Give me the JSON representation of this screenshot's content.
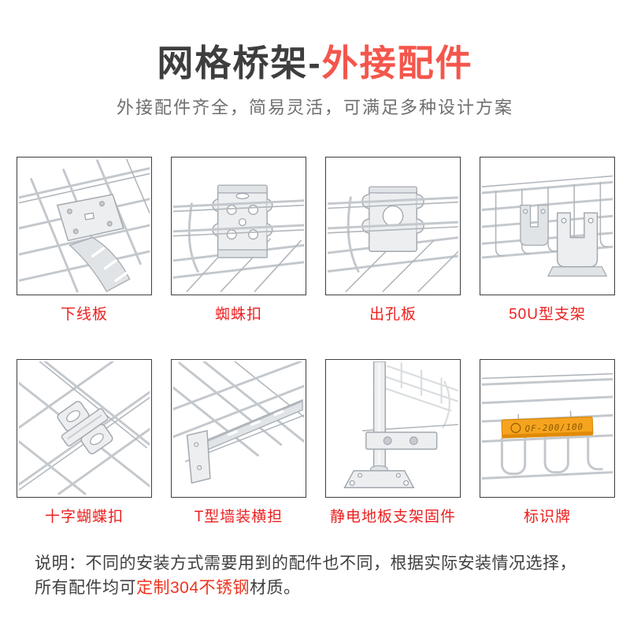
{
  "header": {
    "title_dark": "网格桥架-",
    "title_red": "外接配件",
    "subtitle": "外接配件齐全，简易灵活，可满足多种设计方案"
  },
  "products": [
    {
      "label": "下线板"
    },
    {
      "label": "蜘蛛扣"
    },
    {
      "label": "出孔板"
    },
    {
      "label": "50U型支架"
    },
    {
      "label": "十字蝴蝶扣"
    },
    {
      "label": "T型墙装横担"
    },
    {
      "label": "静电地板支架固件"
    },
    {
      "label": "标识牌"
    }
  ],
  "tag_plate": {
    "text": "QF-200/100"
  },
  "notes": {
    "line1": "说明：不同的安装方式需要用到的配件也不同，根据实际安装情况选择，",
    "line2_pre": "所有配件均可",
    "line2_highlight": "定制304不锈钢",
    "line2_post": "材质。"
  },
  "colors": {
    "title_red": "#f4564c",
    "label_red": "#ed1f1f",
    "note_red": "#ed3420",
    "tag_orange": "#f6a41f"
  }
}
